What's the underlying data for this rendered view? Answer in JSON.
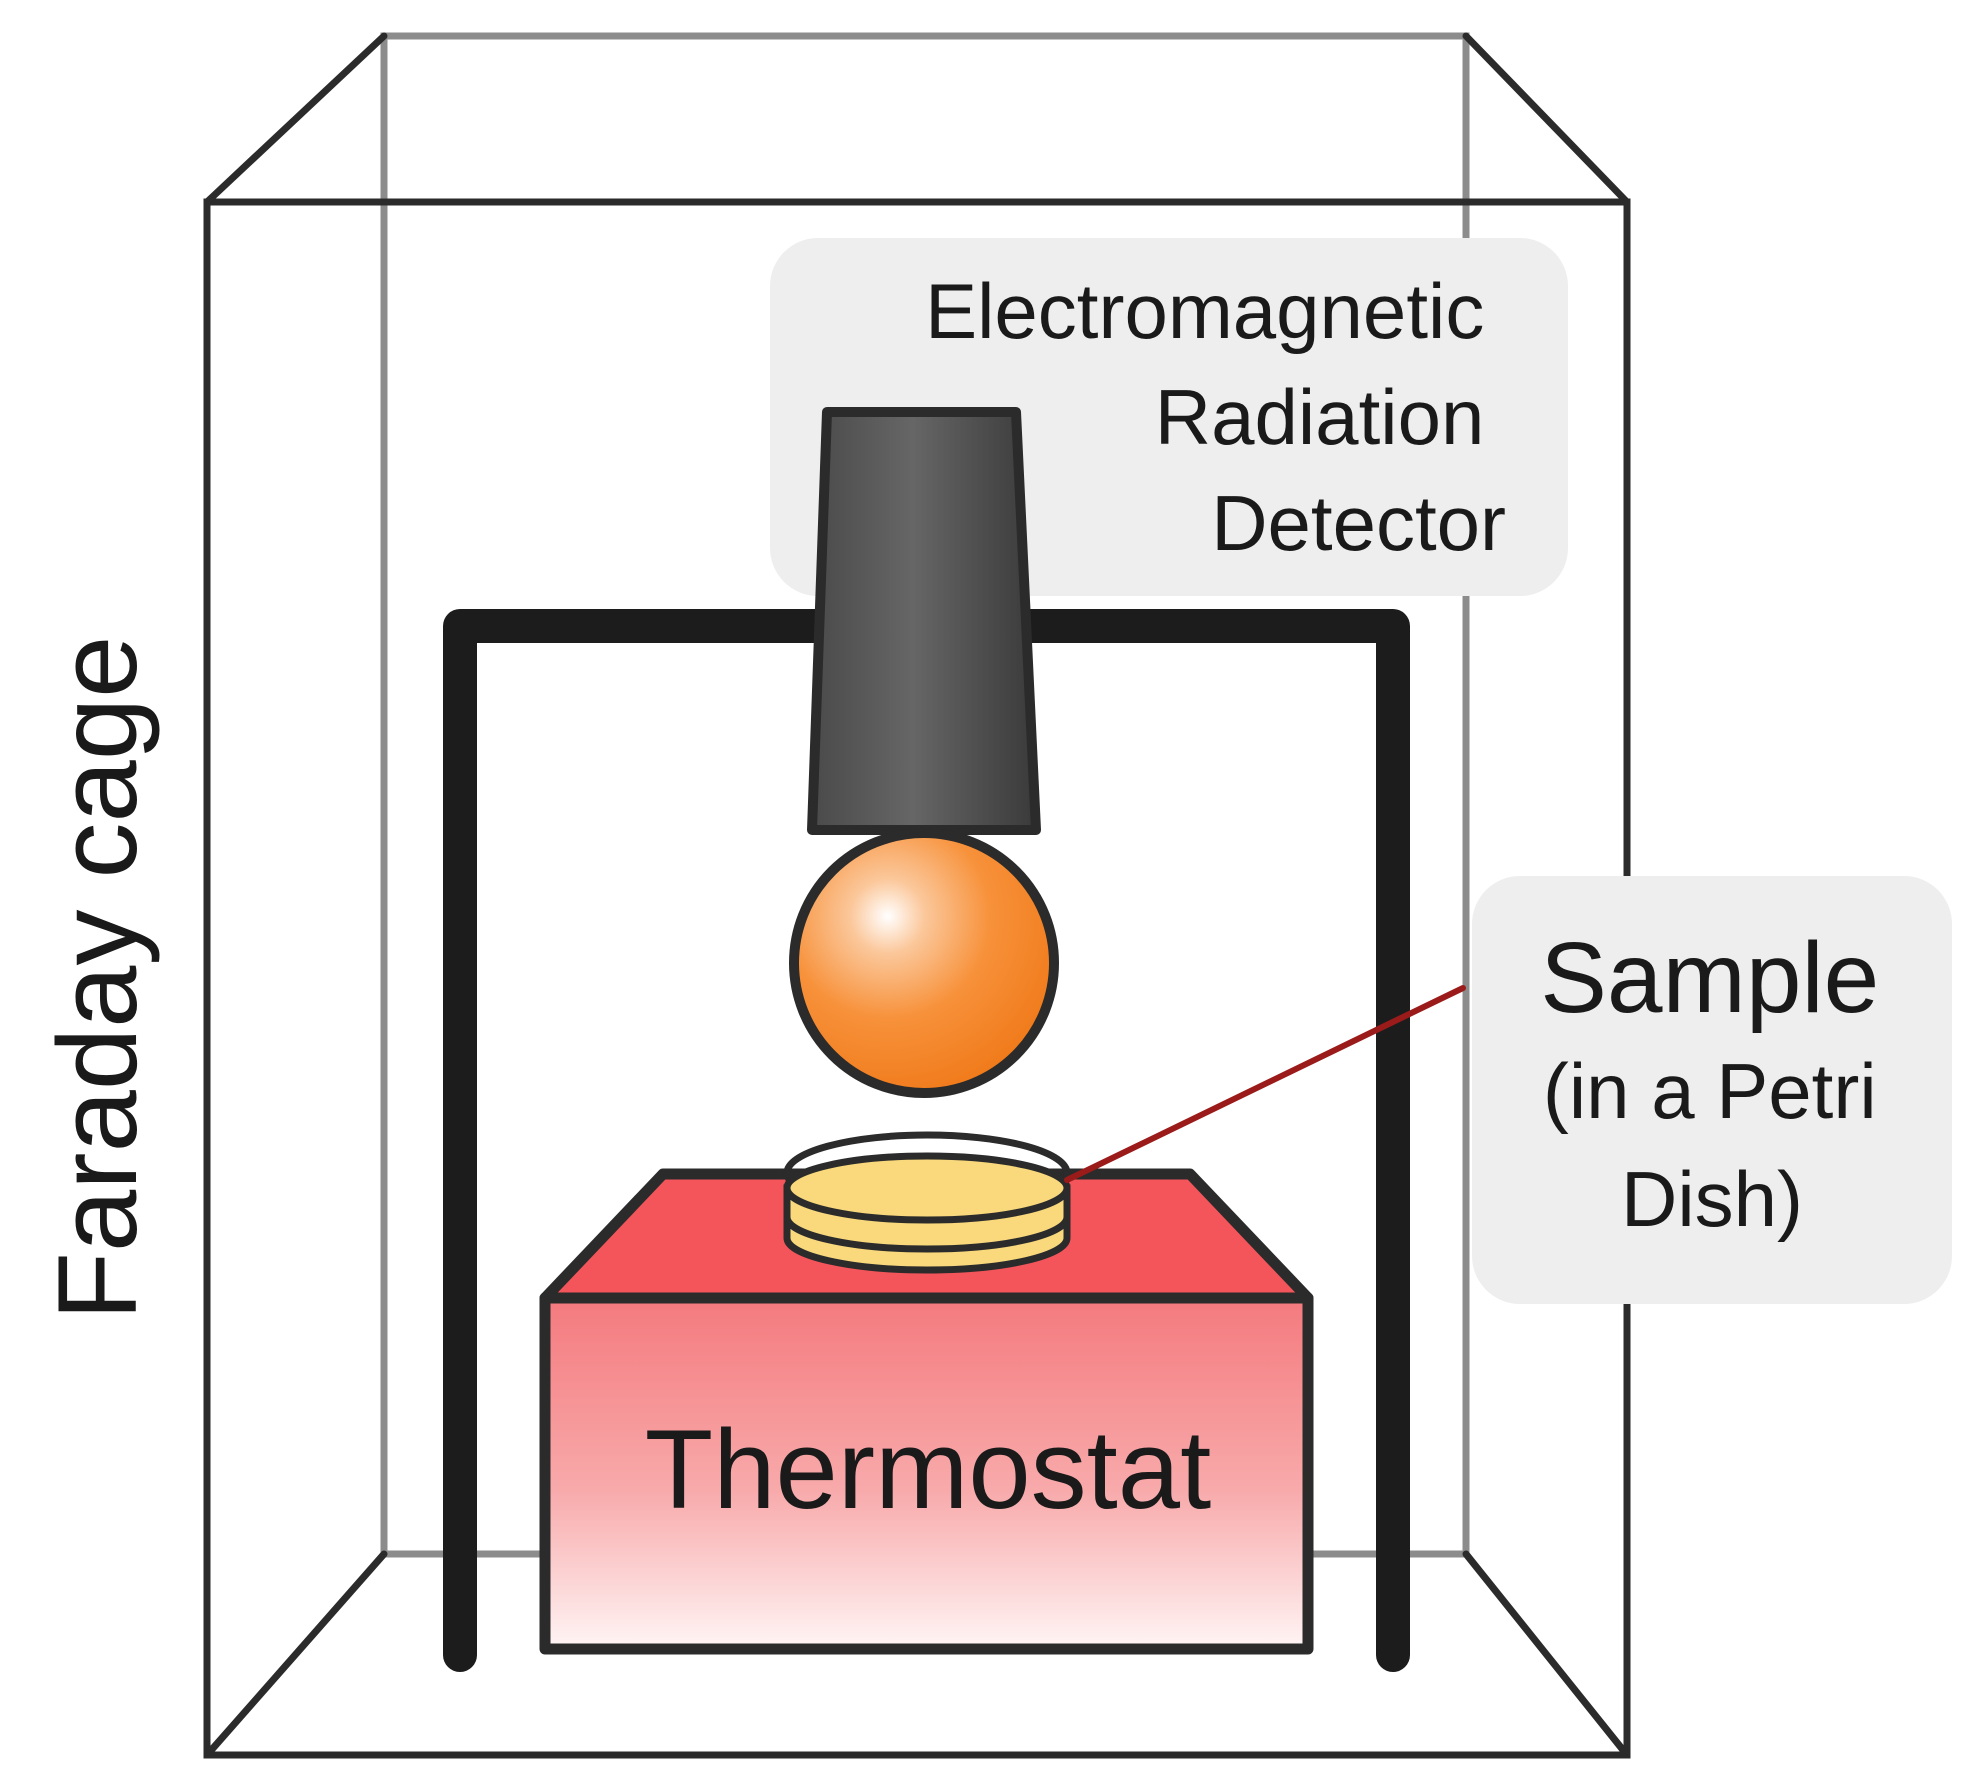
{
  "labels": {
    "cage": "Faraday cage",
    "detector": [
      "Electromagnetic",
      "Radiation",
      "Detector"
    ],
    "sample": [
      "Sample",
      "(in a Petri",
      "Dish)"
    ],
    "thermostat": "Thermostat"
  },
  "colors": {
    "cage_front": "#2b2b2b",
    "cage_back": "#8c8c8c",
    "stand": "#1c1c1c",
    "detector_body": "#555555",
    "sphere": "#f5821f",
    "thermostat_top": "#f4555a",
    "thermostat_front": "#f48a8c",
    "dish_fill": "#f9d97c",
    "pointer_line": "#9b1b1b",
    "callout_bg": "#eeeeee"
  }
}
